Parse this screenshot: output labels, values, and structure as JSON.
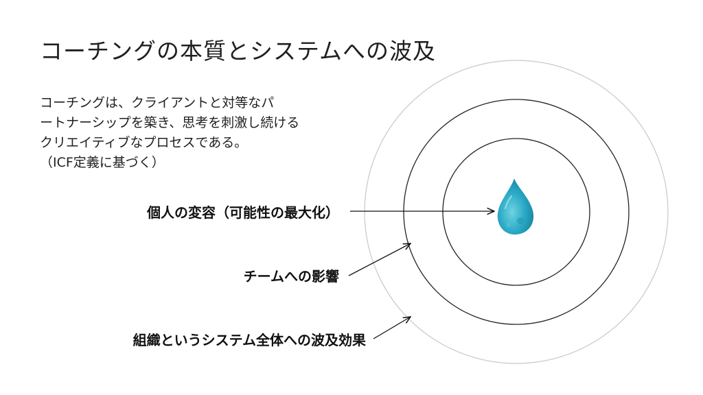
{
  "slide": {
    "title": "コーチングの本質とシステムへの波及",
    "intro_lines": [
      "コーチングは、クライアントと対等なパ",
      "ートナーシップを築き、思考を刺激し続ける",
      "クリエイティブなプロセスである。",
      "（ICF定義に基づく）"
    ]
  },
  "diagram": {
    "labels": {
      "individual": "個人の変容（可能性の最大化）",
      "team": "チームへの影響",
      "system": "組織というシステム全体への波及効果"
    },
    "icons": {
      "center": "water-drop-icon"
    },
    "colors": {
      "drop_light": "#6fd3e2",
      "drop_mid": "#2aa9c6",
      "drop_dark": "#17839f",
      "ring": "#222222",
      "outer_ring": "#c8c8c8"
    }
  }
}
